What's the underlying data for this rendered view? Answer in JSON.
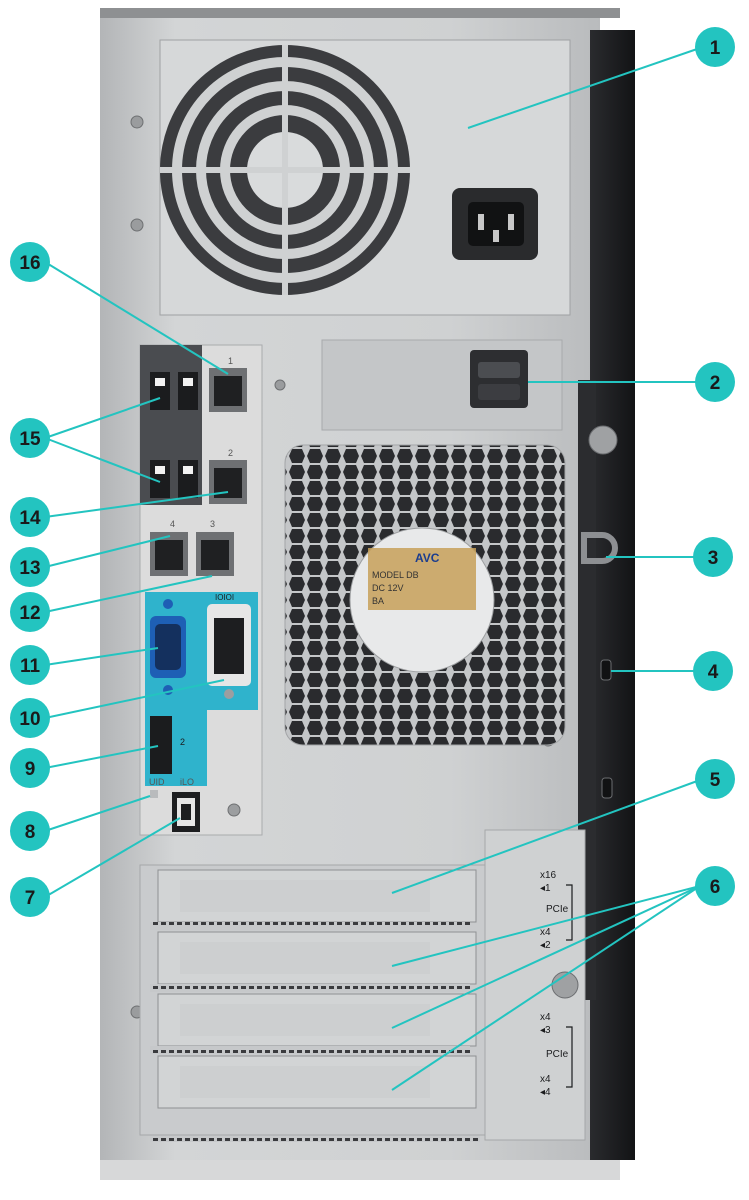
{
  "colors": {
    "callout": "#23c4c0",
    "callout_line": "#23c4c0",
    "chassis": "#c9cbcd",
    "chassis_dark": "#a7a9ab",
    "side_panel": "#1d1e20",
    "io_bracket": "#dcdcdc",
    "dark_io": "#4a4c50",
    "video_blue": "#2fb3cc"
  },
  "callouts": [
    {
      "num": "1",
      "icon": "power-supply"
    },
    {
      "num": "2",
      "icon": "lock-latch"
    },
    {
      "num": "3",
      "icon": "padlock-eye"
    },
    {
      "num": "4",
      "icon": "security-slot"
    },
    {
      "num": "5",
      "icon": "pcie-slot"
    },
    {
      "num": "6",
      "icon": "pcie-slot"
    },
    {
      "num": "7",
      "icon": "ilo-port"
    },
    {
      "num": "8",
      "icon": "uid-led"
    },
    {
      "num": "9",
      "icon": "displayport"
    },
    {
      "num": "10",
      "icon": "dvi-port"
    },
    {
      "num": "11",
      "icon": "vga-port"
    },
    {
      "num": "12",
      "icon": "nic-port"
    },
    {
      "num": "13",
      "icon": "nic-port"
    },
    {
      "num": "14",
      "icon": "nic-port"
    },
    {
      "num": "15",
      "icon": "usb-port"
    },
    {
      "num": "16",
      "icon": "nic-port"
    }
  ],
  "port_labels": {
    "nic1": "1",
    "nic2": "2",
    "nic3": "3",
    "nic4": "4",
    "uid": "UID",
    "ilo": "iLO",
    "dvi": "IOIOI",
    "dp": "2"
  },
  "fan_label": {
    "brand": "AVC",
    "line1": "MODEL DB",
    "line2": "DC 12V",
    "line3": "BA"
  },
  "pcie_labels": {
    "slot1_width": "x16",
    "slot1_num": "◂1",
    "group1": "PCIe",
    "slot2_width": "x4",
    "slot2_num": "◂2",
    "slot3_width": "x4",
    "slot3_num": "◂3",
    "group2": "PCIe",
    "slot4_width": "x4",
    "slot4_num": "◂4"
  }
}
